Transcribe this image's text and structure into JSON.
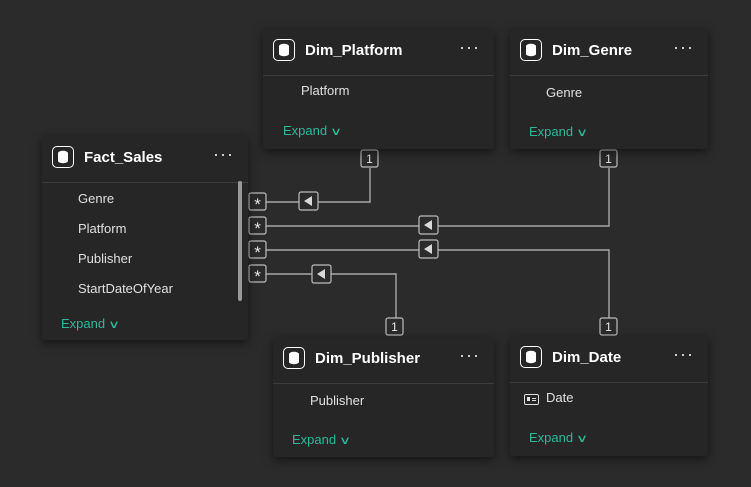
{
  "tables": {
    "fact_sales": {
      "title": "Fact_Sales",
      "fields": [
        "Genre",
        "Platform",
        "Publisher",
        "StartDateOfYear"
      ],
      "expand_label": "Expand"
    },
    "dim_platform": {
      "title": "Dim_Platform",
      "fields": [
        "Platform"
      ],
      "expand_label": "Expand"
    },
    "dim_genre": {
      "title": "Dim_Genre",
      "fields": [
        "Genre"
      ],
      "expand_label": "Expand"
    },
    "dim_publisher": {
      "title": "Dim_Publisher",
      "fields": [
        "Publisher"
      ],
      "expand_label": "Expand"
    },
    "dim_date": {
      "title": "Dim_Date",
      "fields": [
        "Date"
      ],
      "expand_label": "Expand"
    }
  },
  "relationships": [
    {
      "from": "Fact_Sales",
      "to": "Dim_Platform",
      "many_label": "*",
      "one_label": "1"
    },
    {
      "from": "Fact_Sales",
      "to": "Dim_Genre",
      "many_label": "*",
      "one_label": "1"
    },
    {
      "from": "Fact_Sales",
      "to": "Dim_Date",
      "many_label": "*",
      "one_label": "1"
    },
    {
      "from": "Fact_Sales",
      "to": "Dim_Publisher",
      "many_label": "*",
      "one_label": "1"
    }
  ],
  "colors": {
    "background": "#2b2b2b",
    "card": "#262626",
    "accent": "#2dba9b",
    "line": "#a8a8a8"
  },
  "icons": {
    "table": "table-icon",
    "more": "more-options-icon",
    "date_field": "date-field-icon",
    "expand": "chevron-down-icon"
  }
}
